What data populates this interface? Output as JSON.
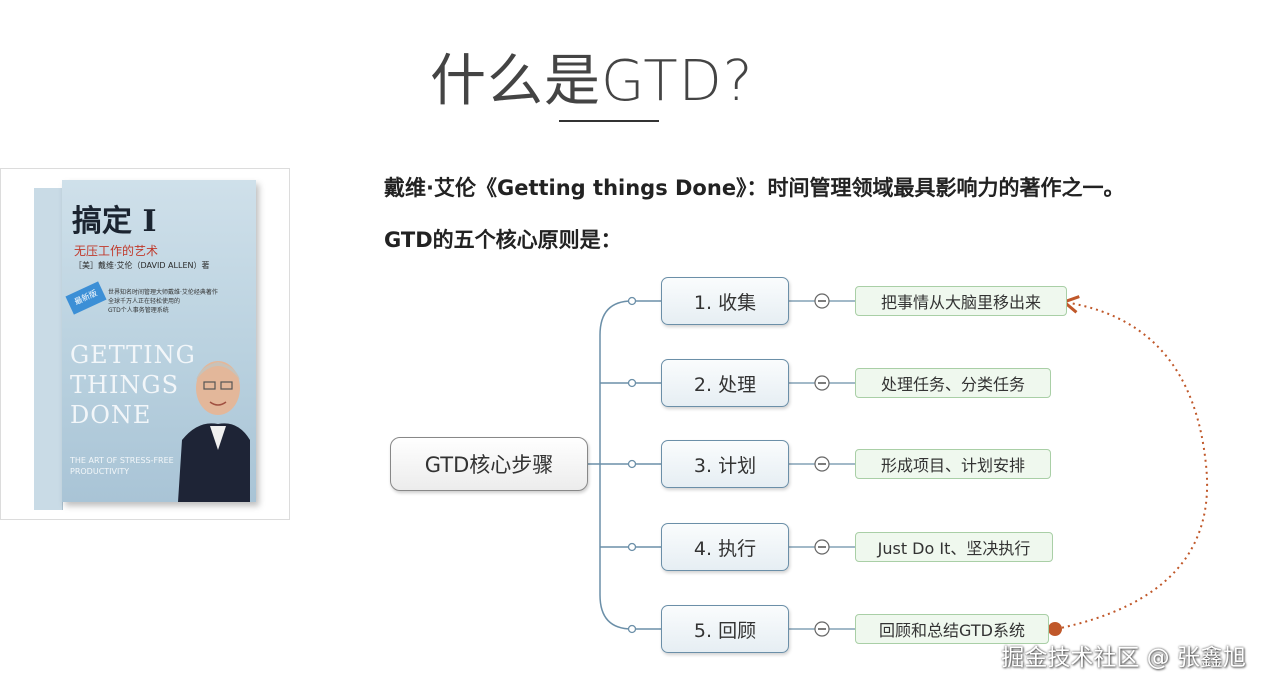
{
  "slide": {
    "title": "什么是GTD?",
    "intro_line1": "戴维·艾伦《Getting things Done》：时间管理领域最具影响力的著作之一。",
    "intro_line2": "GTD的五个核心原则是："
  },
  "book": {
    "cn_title": "搞定 I",
    "cn_subtitle": "无压工作的艺术",
    "author": "［美］戴维·艾伦（DAVID ALLEN）著",
    "badge": "最新版",
    "blurb1": "世界知名时间管理大师戴维·艾伦经典著作",
    "blurb2": "全球千万人正在轻松使用的",
    "blurb3": "GTD个人事务管理系统",
    "en_title_1": "GETTING",
    "en_title_2": "THINGS",
    "en_title_3": "DONE",
    "en_sub_1": "THE ART OF STRESS-FREE",
    "en_sub_2": "PRODUCTIVITY"
  },
  "mindmap": {
    "central": "GTD核心步骤",
    "steps": [
      {
        "label": "1. 收集",
        "desc": "把事情从大脑里移出来"
      },
      {
        "label": "2. 处理",
        "desc": "处理任务、分类任务"
      },
      {
        "label": "3. 计划",
        "desc": "形成项目、计划安排"
      },
      {
        "label": "4. 执行",
        "desc": "Just Do It、坚决执行"
      },
      {
        "label": "5. 回顾",
        "desc": "回顾和总结GTD系统"
      }
    ],
    "colors": {
      "step_border": "#6b8fa8",
      "desc_border": "#a9cfa6",
      "loop_arrow": "#c0582a"
    }
  },
  "watermark": "掘金技术社区 @ 张鑫旭"
}
